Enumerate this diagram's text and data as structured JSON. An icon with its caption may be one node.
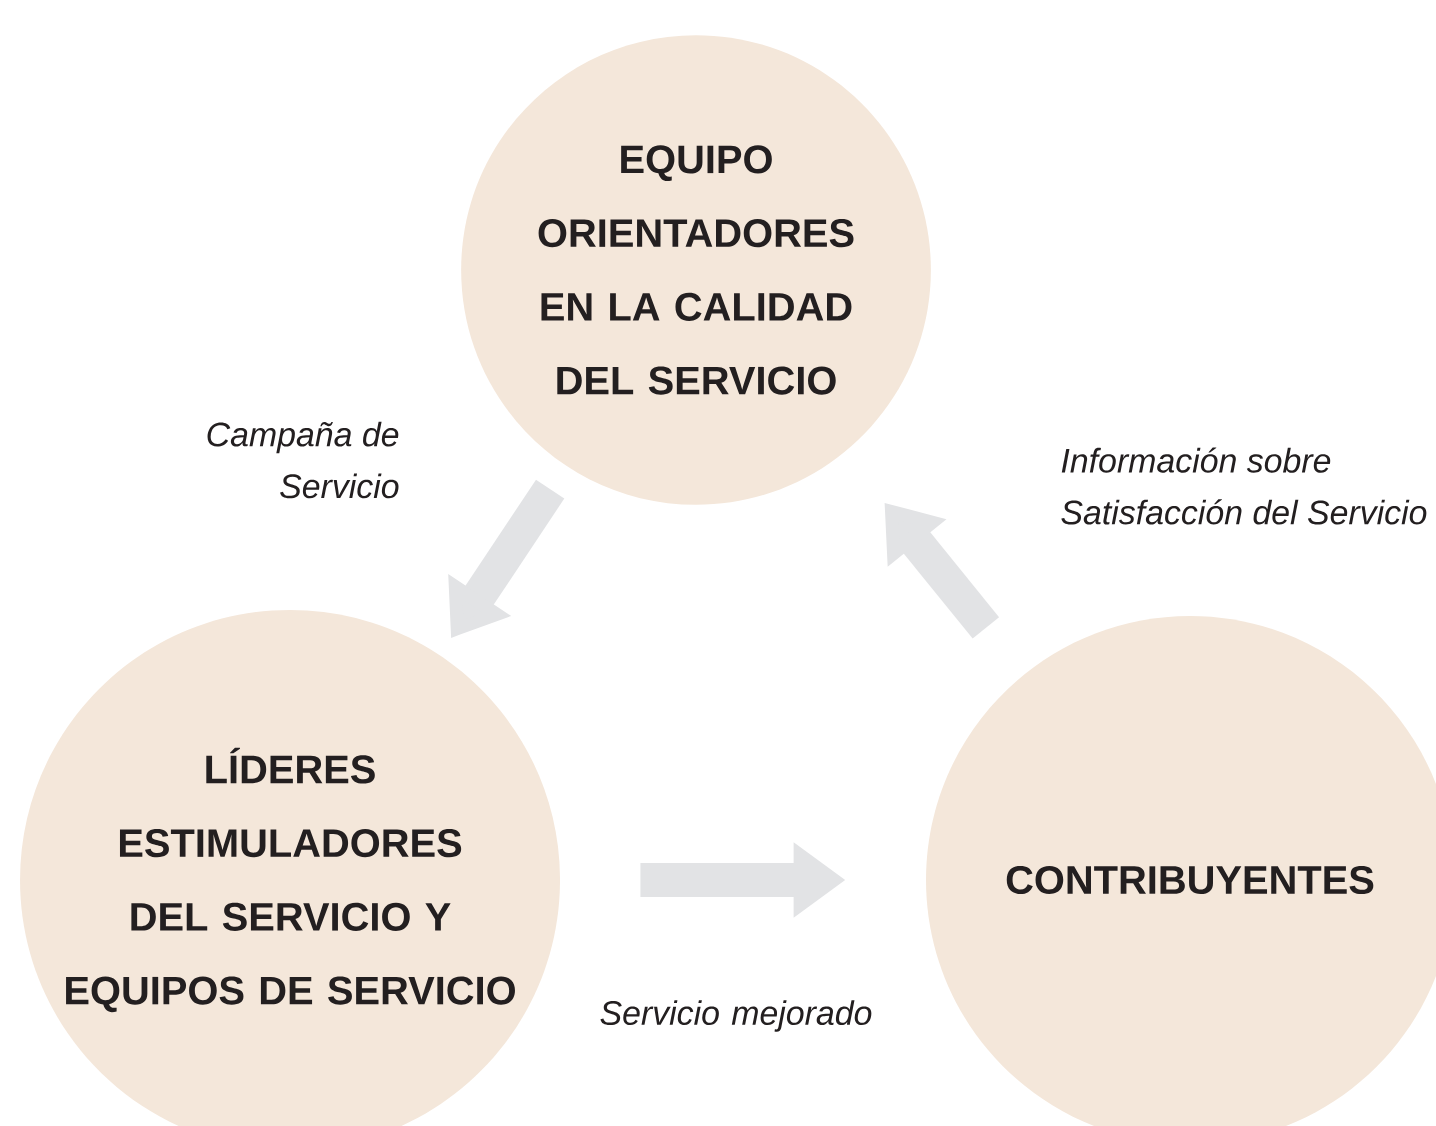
{
  "diagram": {
    "nodes": [
      {
        "text": [
          "EQUIPO ORIENTADORES EN LA CALIDAD DEL SERVICIO"
        ]
      },
      {
        "text": [
          "LÍDERES ESTIMULADORES DEL SERVICIO Y EQUIPOS DE SERVICIO"
        ]
      },
      {
        "text": [
          "CONTRIBUYENTES"
        ]
      }
    ],
    "edges": [
      {
        "from": 0,
        "to": 1,
        "arrow": "to",
        "label": "Campaña de Servicio"
      },
      {
        "from": 1,
        "to": 2,
        "arrow": "to",
        "label": "Servicio mejorado"
      },
      {
        "from": 2,
        "to": 0,
        "arrow": "to",
        "label": "Información sobre Satisfacción del Servicio"
      }
    ]
  }
}
